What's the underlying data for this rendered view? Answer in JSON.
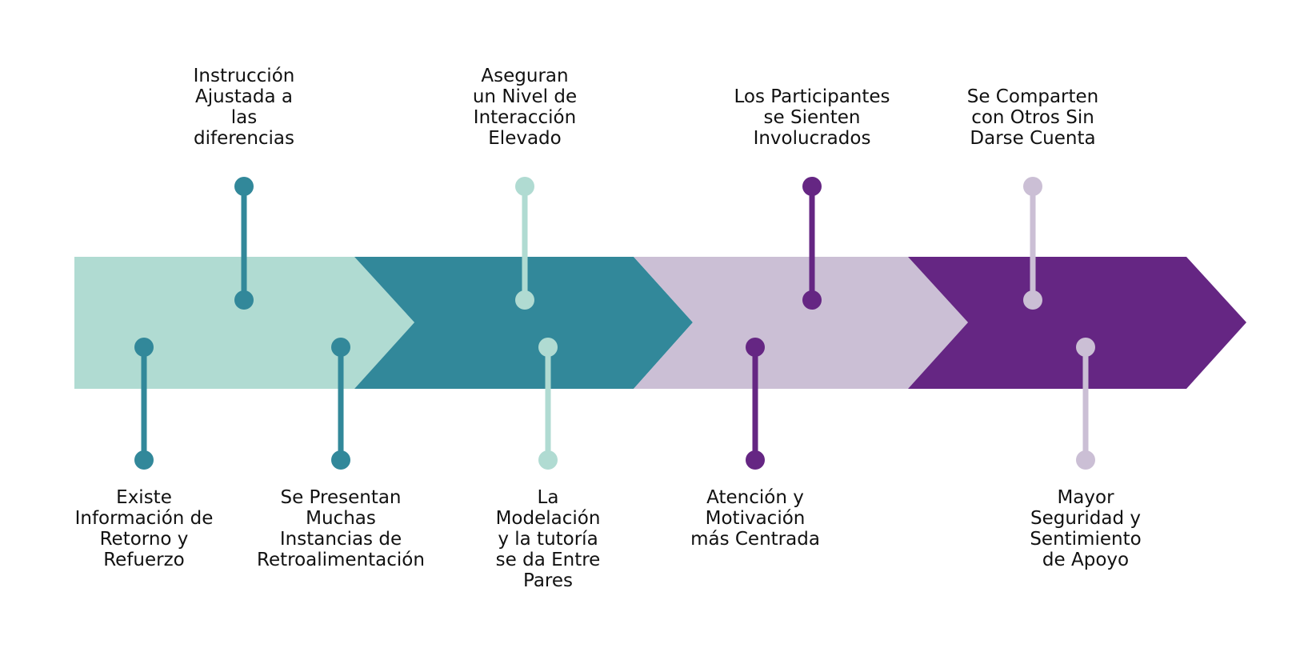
{
  "colors": {
    "mint": "#b0dbd2",
    "teal": "#32889a",
    "lavender": "#cbbfd5",
    "purple": "#652683"
  },
  "arrow_segments": [
    {
      "name": "segment-1",
      "color": "#b0dbd2"
    },
    {
      "name": "segment-2",
      "color": "#32889a"
    },
    {
      "name": "segment-3",
      "color": "#cbbfd5"
    },
    {
      "name": "segment-4",
      "color": "#652683"
    }
  ],
  "milestones": [
    {
      "id": "retorno",
      "text": "Existe\nInformación de\nRetorno y\nRefuerzo",
      "position": "below",
      "color": "#32889a"
    },
    {
      "id": "instruccion",
      "text": "Instrucción\nAjustada a\nlas\ndiferencias",
      "position": "above",
      "color": "#32889a"
    },
    {
      "id": "retroalimentacion",
      "text": "Se Presentan\nMuchas\nInstancias de\nRetroalimentación",
      "position": "below",
      "color": "#32889a"
    },
    {
      "id": "interaccion",
      "text": "Aseguran\nun Nivel de\nInteracción\nElevado",
      "position": "above",
      "color": "#b0dbd2"
    },
    {
      "id": "modelacion",
      "text": "La\nModelación\ny la tutoría\nse da Entre\nPares",
      "position": "below",
      "color": "#b0dbd2"
    },
    {
      "id": "atencion",
      "text": "Atención y\nMotivación\nmás Centrada",
      "position": "below",
      "color": "#652683"
    },
    {
      "id": "involucrados",
      "text": "Los Participantes\nse Sienten\nInvolucrados",
      "position": "above",
      "color": "#652683"
    },
    {
      "id": "comparten",
      "text": "Se Comparten\ncon Otros Sin\nDarse Cuenta",
      "position": "above",
      "color": "#cbbfd5"
    },
    {
      "id": "seguridad",
      "text": "Mayor\nSeguridad y\nSentimiento\nde Apoyo",
      "position": "below",
      "color": "#cbbfd5"
    }
  ]
}
